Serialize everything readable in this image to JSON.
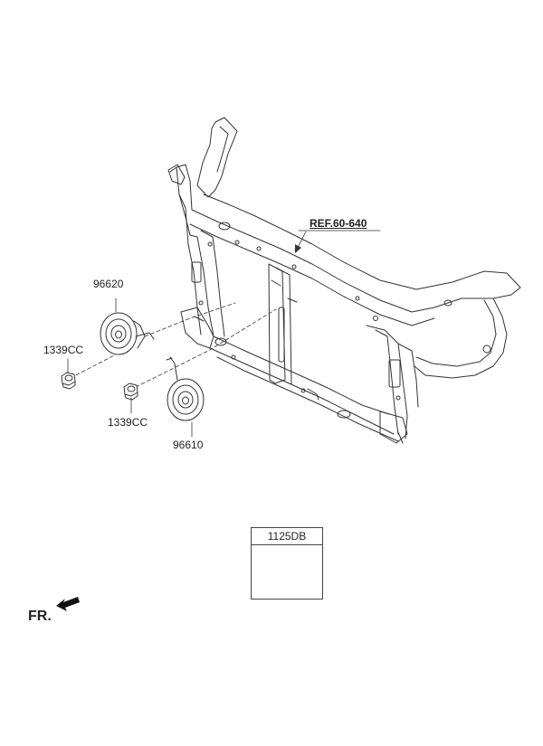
{
  "diagram": {
    "reference_label": "REF.60-640",
    "parts": [
      {
        "id": "horn-high",
        "number": "96620"
      },
      {
        "id": "horn-low",
        "number": "96610"
      },
      {
        "id": "nut-upper",
        "number": "1339CC"
      },
      {
        "id": "nut-lower",
        "number": "1339CC"
      }
    ],
    "legend": {
      "part_number": "1125DB"
    },
    "front_indicator": "FR."
  }
}
